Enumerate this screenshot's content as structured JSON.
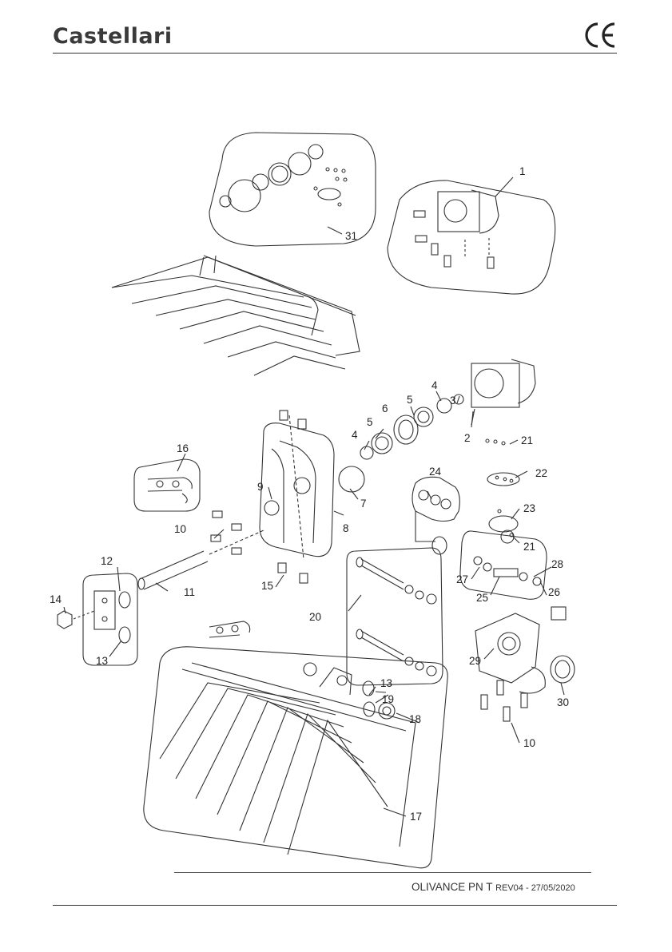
{
  "header": {
    "brand": "Castellari",
    "mark": "CE"
  },
  "footer": {
    "model": "OLIVANCE PN T",
    "revision": "REV04 - 27/05/2020"
  },
  "callouts": [
    "1",
    "2",
    "3",
    "4",
    "5",
    "6",
    "4",
    "5",
    "7",
    "8",
    "9",
    "10",
    "11",
    "12",
    "13",
    "14",
    "15",
    "16",
    "17",
    "18",
    "19",
    "20",
    "21",
    "22",
    "23",
    "21",
    "24",
    "25",
    "26",
    "27",
    "28",
    "29",
    "30",
    "10",
    "13",
    "31"
  ]
}
